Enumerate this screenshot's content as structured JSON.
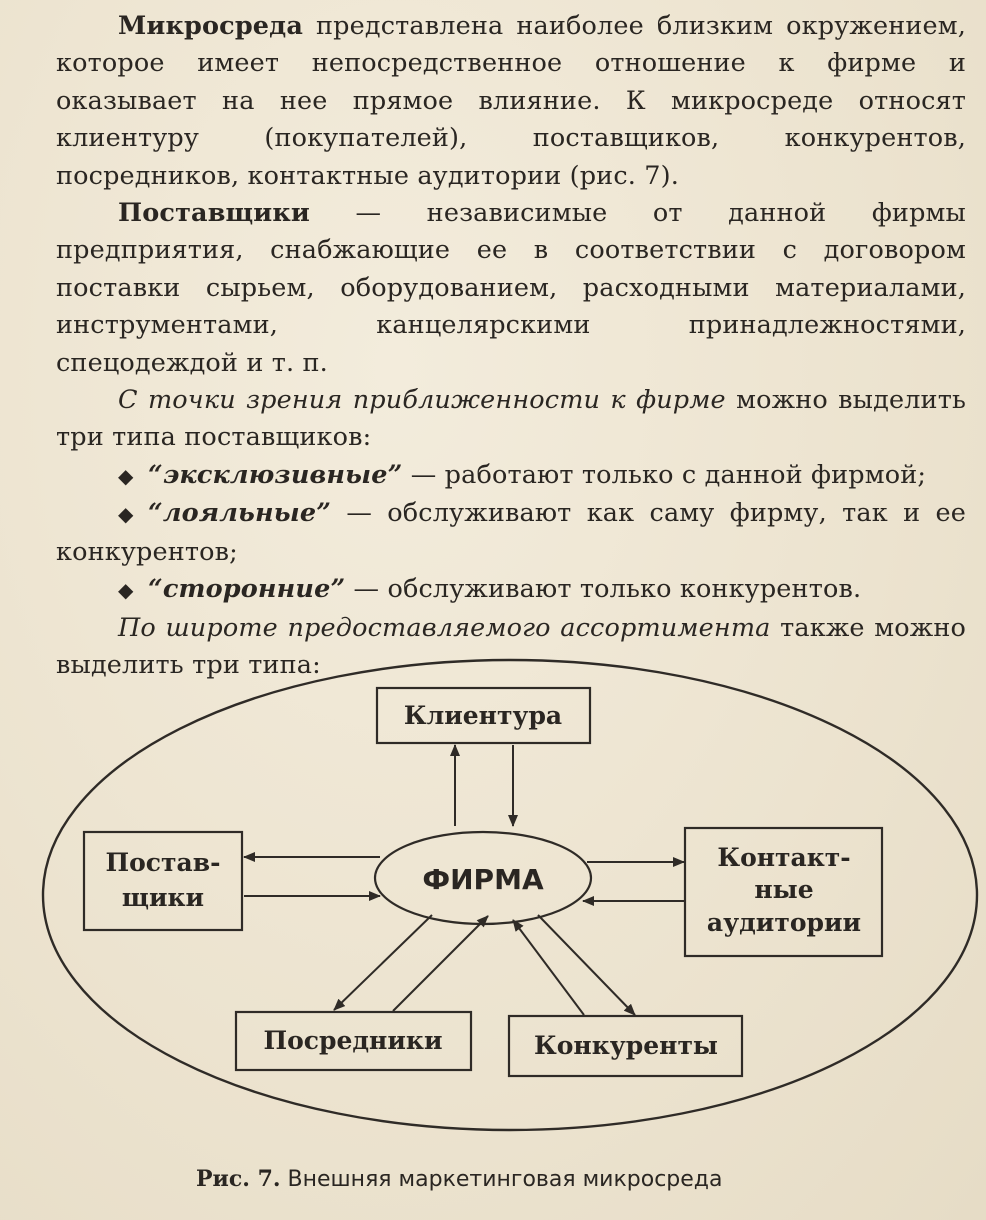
{
  "paragraphs": {
    "p1_term": "Микросреда",
    "p1_text": " представлена наиболее близким окружением, которое имеет непосредственное отношение к фирме и оказывает на нее прямое влияние. К микросреде относят клиентуру (покупателей), поставщиков, конкурентов, посредников, контактные аудитории (рис. 7).",
    "p2_term": "Поставщики",
    "p2_text": " — независимые от данной фирмы предприятия, снабжающие ее в соответствии с договором поставки сырьем, оборудованием, расходными материалами, инструментами, канцелярскими принадлежностями, спецодеждой и т. п.",
    "p3_em": "С точки зрения приближенности к фирме",
    "p3_text": " можно выделить три типа поставщиков:",
    "bullet1_term": "“эксклюзивные”",
    "bullet1_text": " — работают только с данной фирмой;",
    "bullet2_term": "“лояльные”",
    "bullet2_text": " — обслуживают как саму фирму, так и ее конкурентов;",
    "bullet3_term": "“сторонние”",
    "bullet3_text": " — обслуживают только конкурентов.",
    "p4_em": "По широте предоставляемого ассортимента",
    "p4_text": " также можно выделить три типа:"
  },
  "diagram": {
    "center": "ФИРМА",
    "top": "Клиентура",
    "left_line1": "Постав-",
    "left_line2": "щики",
    "right_line1": "Контакт-",
    "right_line2": "ные",
    "right_line3": "аудитории",
    "bottom_left": "Посредники",
    "bottom_right": "Конкуренты"
  },
  "caption": {
    "label": "Рис. 7.",
    "text": " Внешняя маркетинговая микросреда"
  },
  "bullet_icon": "diamond-bullet-icon"
}
